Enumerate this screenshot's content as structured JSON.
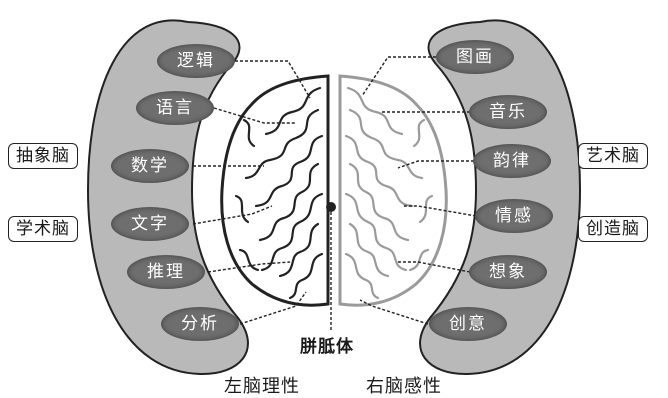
{
  "left_hemisphere": {
    "functions": [
      "逻辑",
      "语言",
      "数学",
      "文字",
      "推理",
      "分析"
    ],
    "labels": [
      "抽象脑",
      "学术脑"
    ],
    "caption": "左脑理性"
  },
  "right_hemisphere": {
    "functions": [
      "图画",
      "音乐",
      "韵律",
      "情感",
      "想象",
      "创意"
    ],
    "labels": [
      "艺术脑",
      "创造脑"
    ],
    "caption": "右脑感性"
  },
  "center_label": "胼胝体",
  "colors": {
    "band": "#b9b9b9",
    "oval": "#6e6e6e",
    "oval_text": "#ffffff",
    "line": "#222222"
  }
}
